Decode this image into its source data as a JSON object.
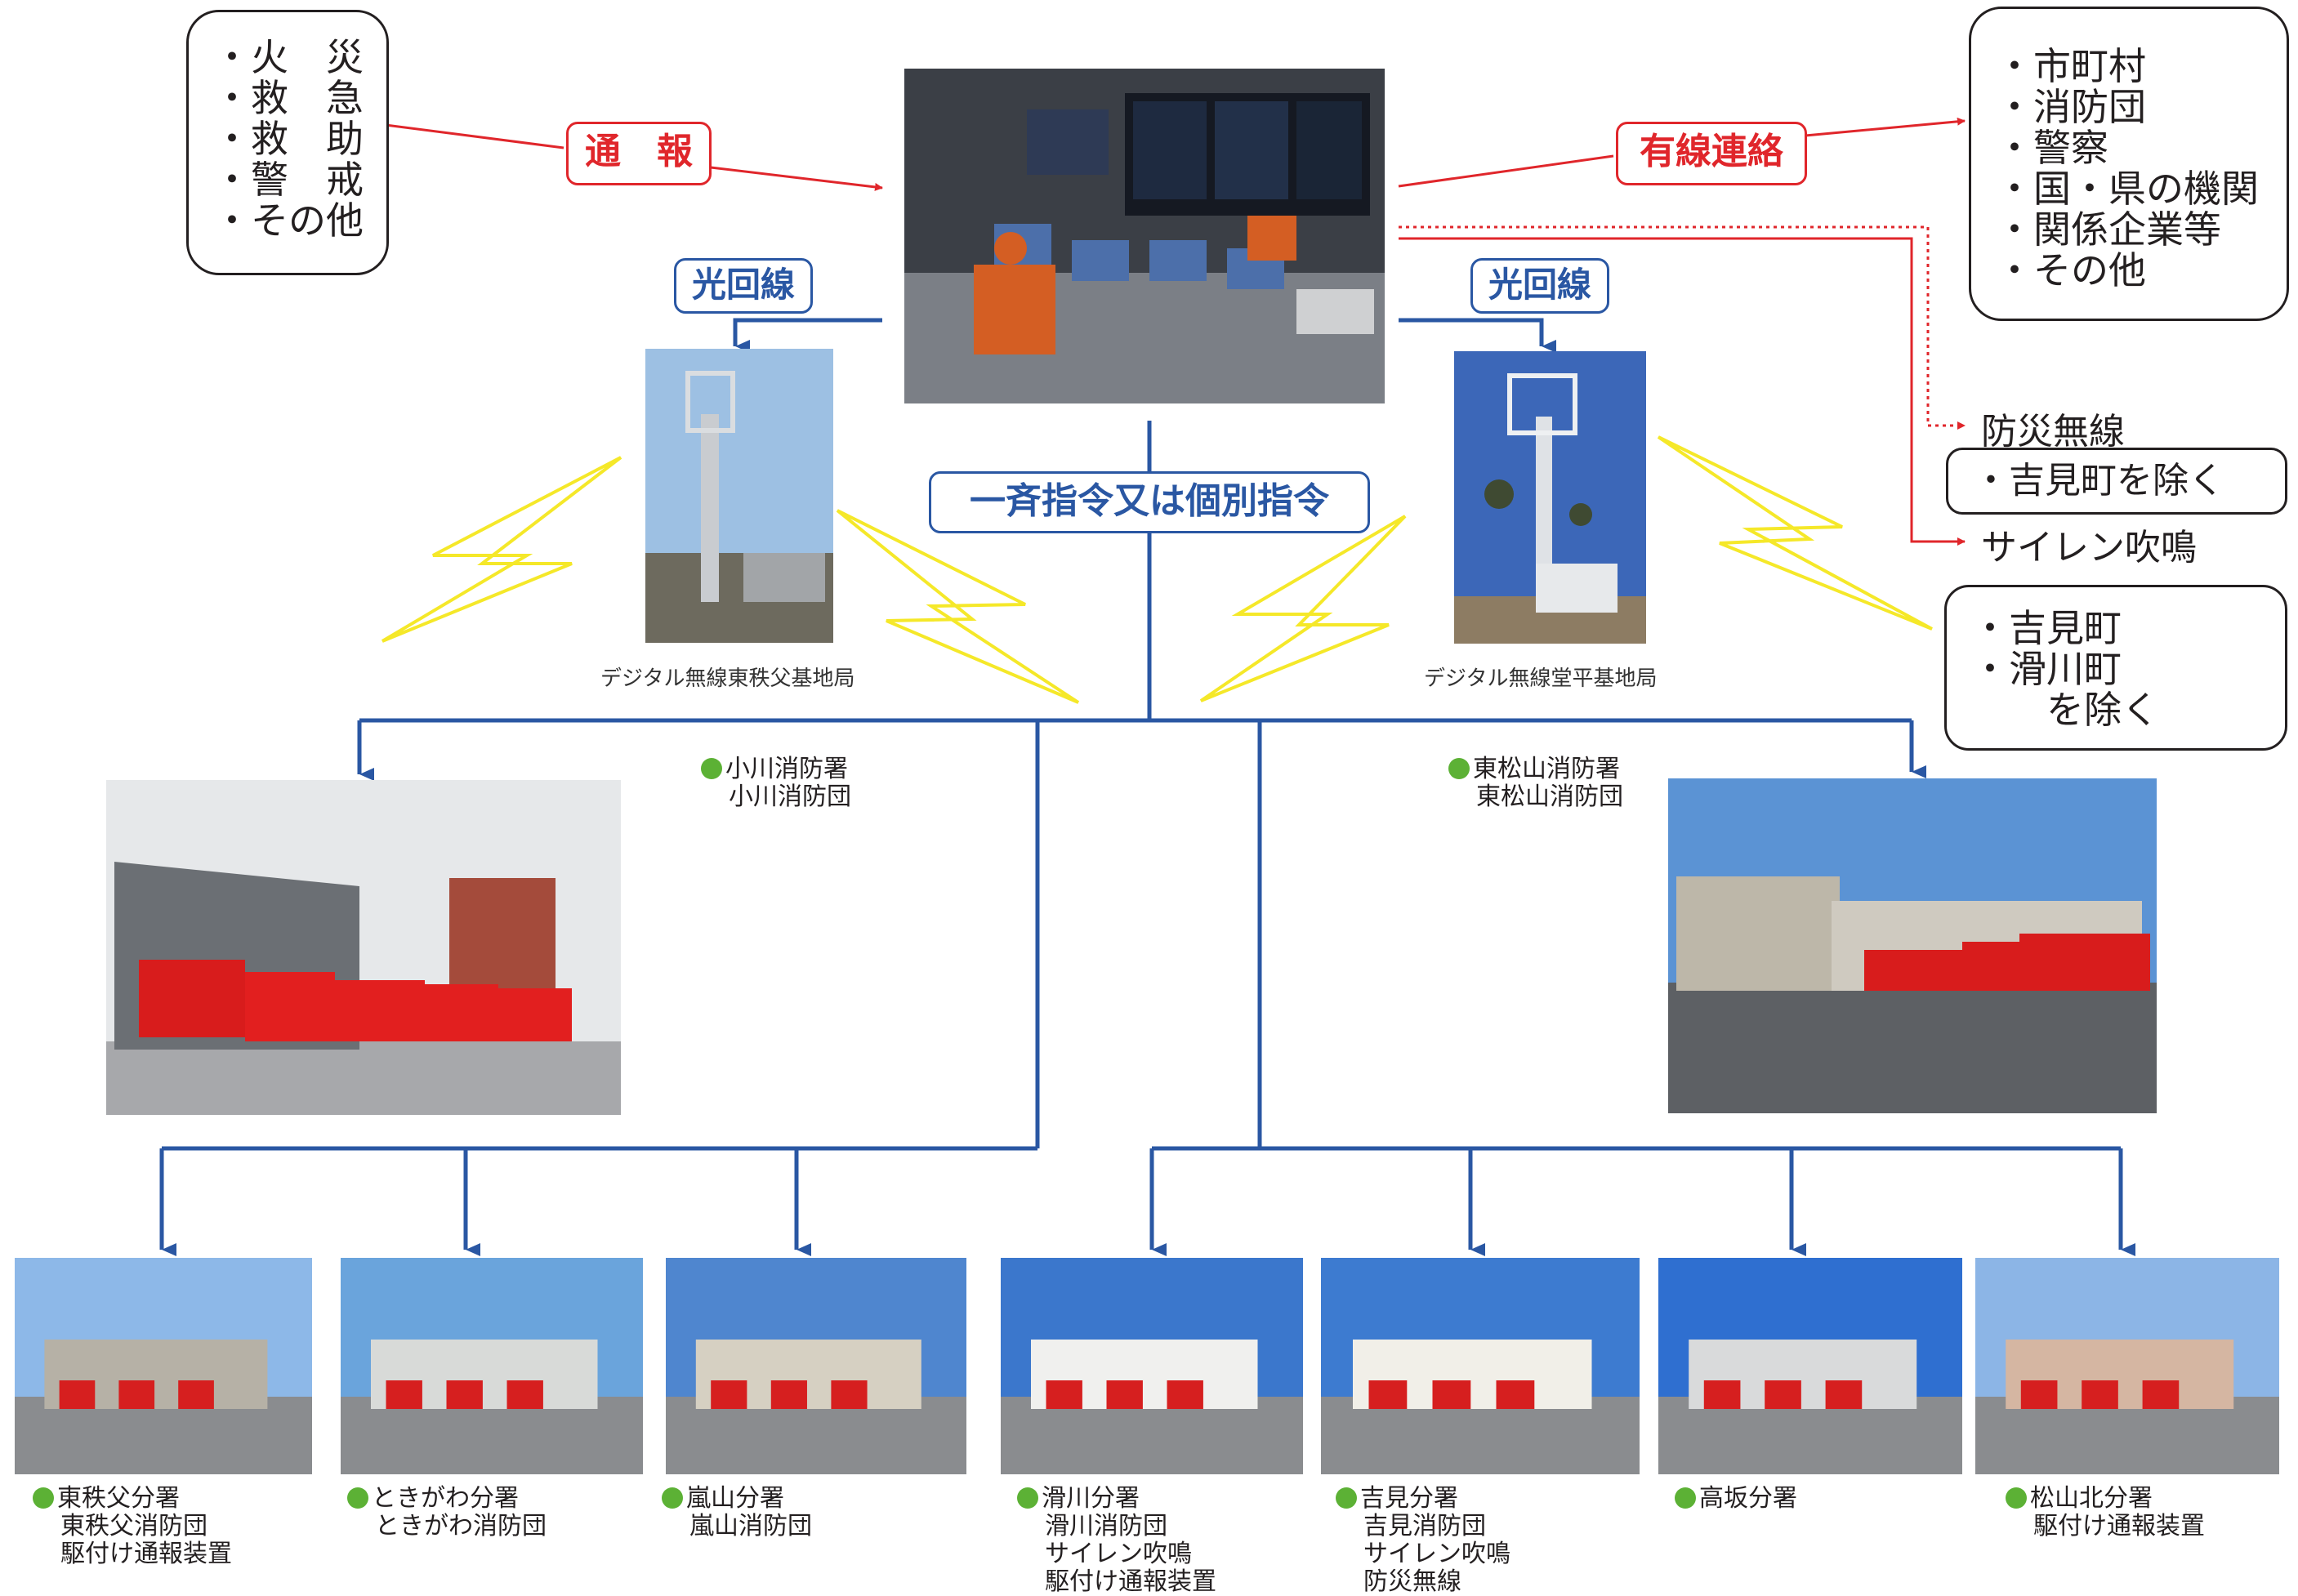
{
  "colors": {
    "red": "#e0262b",
    "blue": "#2a57a3",
    "lightning": "#f5e829",
    "green_dot": "#5cb135",
    "line": "#231f20"
  },
  "incidents": [
    "・火　災",
    "・救　急",
    "・救　助",
    "・警　戒",
    "・その他"
  ],
  "tags": {
    "report": "通　報",
    "wired": "有線連絡",
    "fiber_left": "光回線",
    "fiber_right": "光回線",
    "command": "一斉指令又は個別指令"
  },
  "wired_targets": [
    "・市町村",
    "・消防団",
    "・警察",
    "・国・県の機関",
    "・関係企業等",
    "・その他"
  ],
  "bousai": {
    "title": "防災無線",
    "note": "・吉見町を除く"
  },
  "siren": {
    "title": "サイレン吹鳴",
    "note_lines": [
      "・吉見町",
      "・滑川町",
      "　　を除く"
    ]
  },
  "base_stations": {
    "left": "デジタル無線東秩父基地局",
    "right": "デジタル無線堂平基地局"
  },
  "main_stations": {
    "ogawa": [
      "小川消防署",
      "小川消防団"
    ],
    "higashimatsuyama": [
      "東松山消防署",
      "東松山消防団"
    ]
  },
  "branches": [
    [
      "東秩父分署",
      "東秩父消防団",
      "駆付け通報装置"
    ],
    [
      "ときがわ分署",
      "ときがわ消防団"
    ],
    [
      "嵐山分署",
      "嵐山消防団"
    ],
    [
      "滑川分署",
      "滑川消防団",
      "サイレン吹鳴",
      "駆付け通報装置"
    ],
    [
      "吉見分署",
      "吉見消防団",
      "サイレン吹鳴",
      "防災無線"
    ],
    [
      "高坂分署"
    ],
    [
      "松山北分署",
      "駆付け通報装置"
    ]
  ],
  "icons": {
    "control_room": "control-room-photo",
    "tower": "radio-tower-photo",
    "fire_station": "fire-station-photo",
    "arrow": "arrow-head-icon",
    "lightning": "lightning-bolt-icon"
  }
}
